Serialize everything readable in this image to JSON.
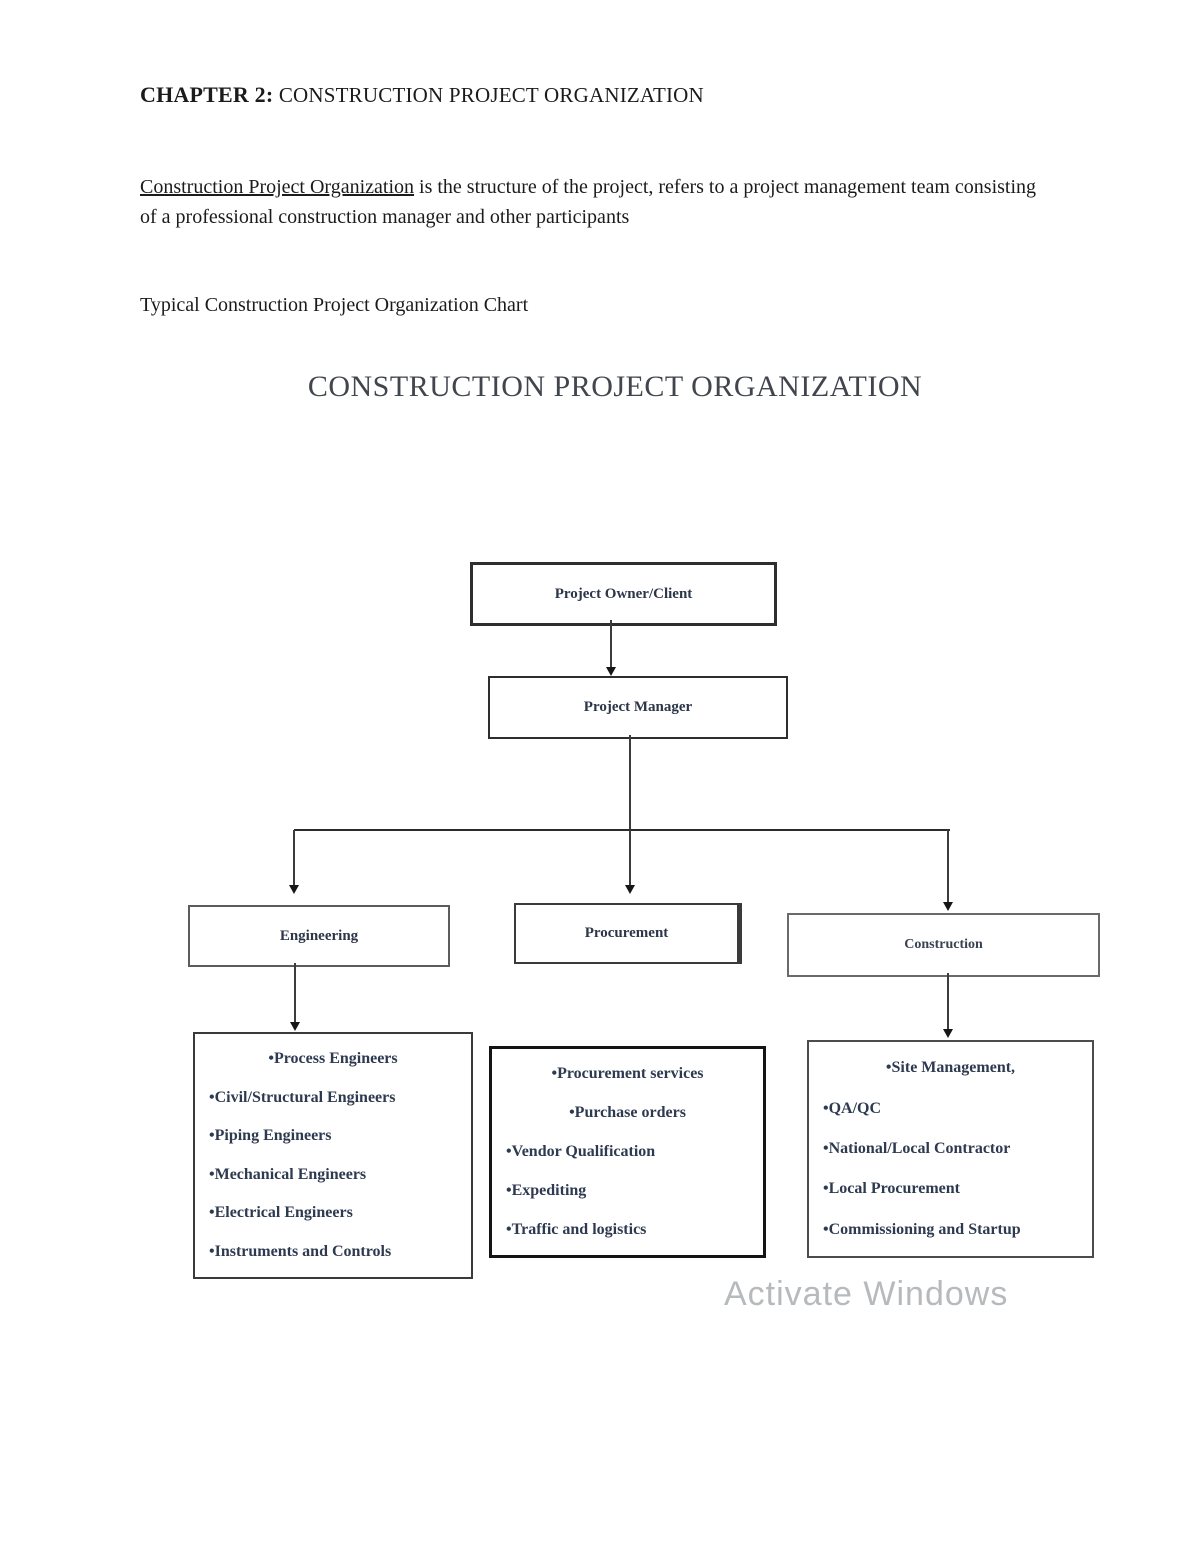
{
  "document": {
    "heading": {
      "bold": "CHAPTER 2:",
      "rest": " CONSTRUCTION PROJECT ORGANIZATION"
    },
    "paragraph": {
      "underlined": "Construction Project Organization",
      "rest": " is the structure of the project, refers to a project management team consisting of a professional construction manager and other participants"
    },
    "caption": "Typical Construction Project Organization Chart"
  },
  "org_chart": {
    "title": "CONSTRUCTION PROJECT ORGANIZATION",
    "nodes": {
      "owner": "Project Owner/Client",
      "manager": "Project Manager",
      "engineering": "Engineering",
      "procurement": "Procurement",
      "construction": "Construction"
    },
    "lists": {
      "engineering": [
        "•Process Engineers",
        "•Civil/Structural Engineers",
        "•Piping Engineers",
        "•Mechanical Engineers",
        "•Electrical Engineers",
        "•Instruments and Controls"
      ],
      "procurement": [
        "•Procurement services",
        "•Purchase orders",
        "•Vendor Qualification",
        "•Expediting",
        "•Traffic and logistics"
      ],
      "construction": [
        "•Site Management,",
        "•QA/QC",
        "•National/Local Contractor",
        "•Local Procurement",
        "•Commissioning and Startup"
      ]
    }
  },
  "watermark": {
    "text": "Activate Windows"
  }
}
